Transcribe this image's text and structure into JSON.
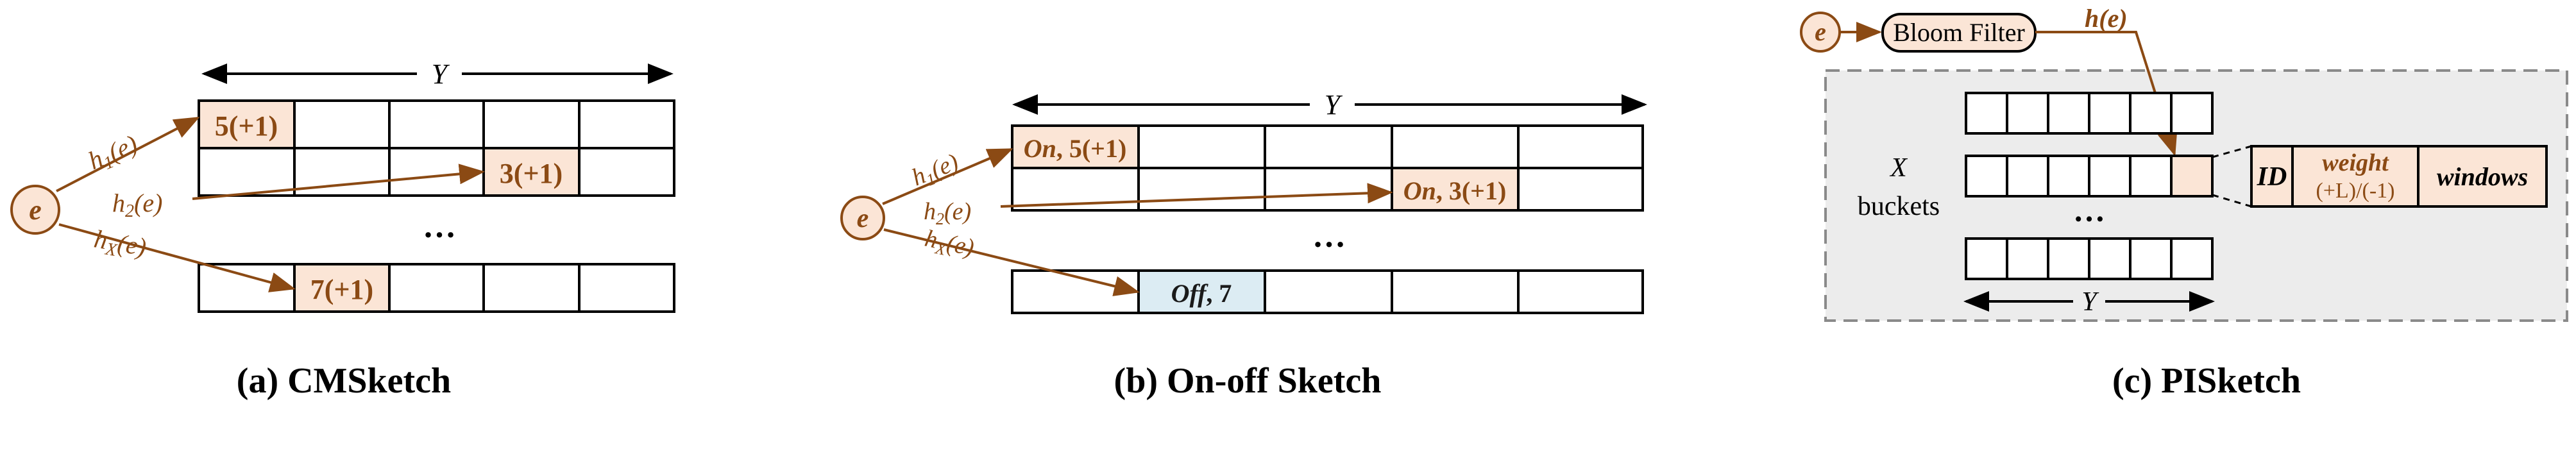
{
  "colors": {
    "accent": "#8b4a14",
    "highlight": "#fbe5d6",
    "off_highlight": "#dcecf3",
    "panel_bg": "#ececec",
    "panel_border": "#8a8a8a",
    "node_fill": "#fbe5d6"
  },
  "panel_a": {
    "caption": "(a) CMSketch",
    "width_label": "Y",
    "node": "e",
    "hash1": "h",
    "hash1_sub": "1",
    "hash2": "h",
    "hash2_sub": "2",
    "hash3": "h",
    "hash3_sub": "X",
    "hash_arg": "(e)",
    "cell1": "5(+1)",
    "cell2": "3(+1)",
    "cell3": "7(+1)",
    "ellipsis": "…"
  },
  "panel_b": {
    "caption": "(b) On-off Sketch",
    "width_label": "Y",
    "node": "e",
    "hash1": "h",
    "hash1_sub": "1",
    "hash2": "h",
    "hash2_sub": "2",
    "hash3": "h",
    "hash3_sub": "X",
    "hash_arg": "(e)",
    "cell1_state": "On",
    "cell1_value": ", 5(+1)",
    "cell2_state": "On",
    "cell2_value": ", 3(+1)",
    "cell3_state": "Off",
    "cell3_value": ", 7",
    "ellipsis": "…"
  },
  "panel_c": {
    "caption": "(c) PISketch",
    "node": "e",
    "bloom_filter": "Bloom Filter",
    "hash_label": "h(e)",
    "rows_var": "X",
    "rows_label": "buckets",
    "width_label": "Y",
    "ellipsis": "…",
    "field_id": "ID",
    "field_weight": "weight",
    "field_weight_note": "(+L)/(-1)",
    "field_windows": "windows"
  }
}
